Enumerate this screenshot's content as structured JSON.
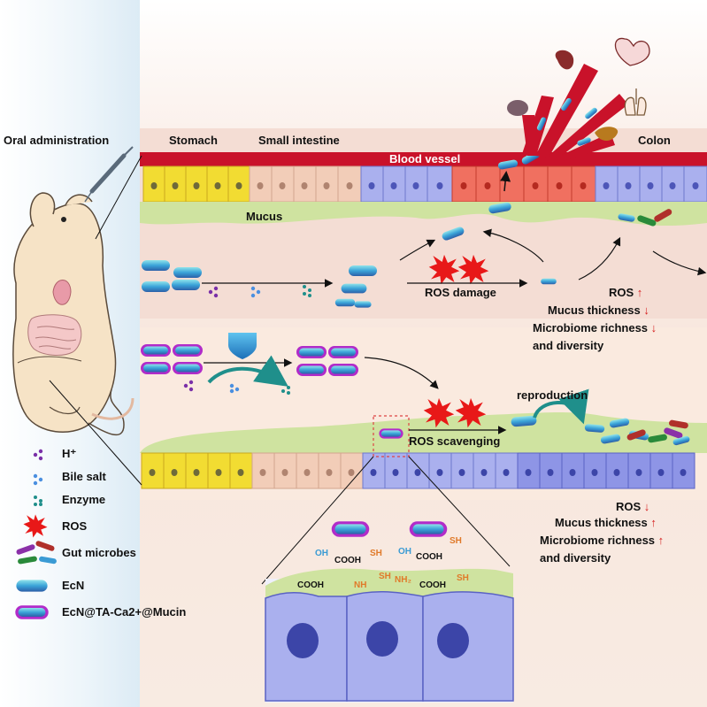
{
  "labels": {
    "oral_administration": "Oral administration",
    "stomach": "Stomach",
    "small_intestine": "Small intestine",
    "blood_vessel": "Blood vessel",
    "colon": "Colon",
    "mucus": "Mucus",
    "ros_damage": "ROS damage",
    "ros_scavenging": "ROS scavenging",
    "reproduction": "reproduction"
  },
  "outcome_top": {
    "ros": "ROS",
    "mucus_thickness": "Mucus thickness",
    "richness_line1": "Microbiome richness",
    "richness_line2": "and diversity"
  },
  "outcome_bottom": {
    "ros": "ROS",
    "mucus_thickness": "Mucus thickness",
    "richness_line1": "Microbiome richness",
    "richness_line2": "and diversity"
  },
  "functional_groups": {
    "oh": "OH",
    "cooh": "COOH",
    "sh": "SH",
    "nh2": "NH₂",
    "nh": "NH"
  },
  "legend": {
    "h_plus": "H⁺",
    "bile_salt": "Bile salt",
    "enzyme": "Enzyme",
    "ros": "ROS",
    "gut_microbes": "Gut microbes",
    "ecn": "EcN",
    "ecn_coated": "EcN@TA-Ca2+@Mucin"
  },
  "colors": {
    "stomach_cell": "#f2dc32",
    "intestine_cell": "#f2cdb8",
    "colon_cell": "#8e95e6",
    "damaged_cell": "#f07060",
    "blood_vessel": "#c9122a",
    "mucus": "#cfe3a0",
    "ros": "#e81818",
    "coating": "#b12cc9",
    "ecn": "#3a9bd4",
    "panel_bg": "#f4ddd4"
  }
}
